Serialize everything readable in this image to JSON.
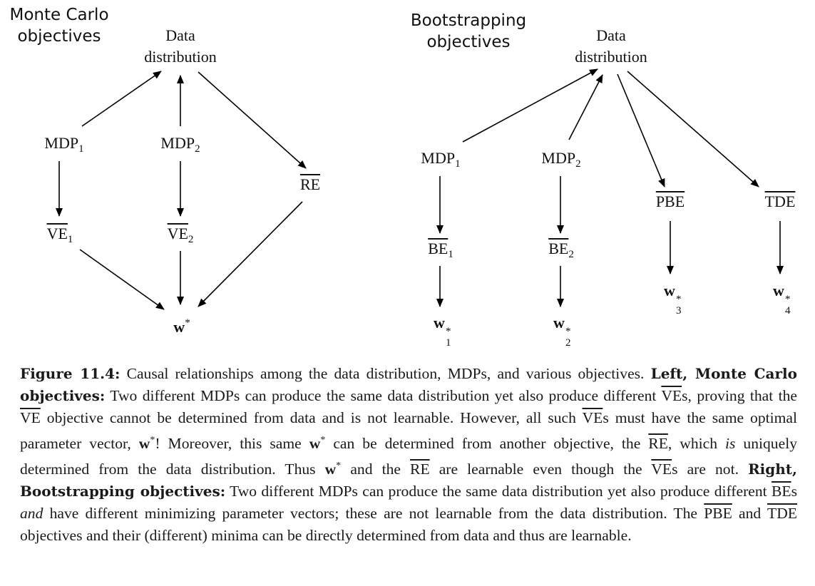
{
  "left": {
    "heading": [
      "Monte Carlo",
      "objectives"
    ],
    "data_distribution": [
      "Data",
      "distribution"
    ],
    "mdp1": {
      "base": "MDP",
      "sub": "1"
    },
    "mdp2": {
      "base": "MDP",
      "sub": "2"
    },
    "re": "RE",
    "ve1": {
      "base": "VE",
      "sub": "1"
    },
    "ve2": {
      "base": "VE",
      "sub": "2"
    },
    "w": {
      "base": "w",
      "sup": "*"
    }
  },
  "right": {
    "heading": [
      "Bootstrapping",
      "objectives"
    ],
    "data_distribution": [
      "Data",
      "distribution"
    ],
    "mdp1": {
      "base": "MDP",
      "sub": "1"
    },
    "mdp2": {
      "base": "MDP",
      "sub": "2"
    },
    "pbe": "PBE",
    "tde": "TDE",
    "be1": {
      "base": "BE",
      "sub": "1"
    },
    "be2": {
      "base": "BE",
      "sub": "2"
    },
    "w1": {
      "base": "w",
      "sup": "*",
      "sub": "1"
    },
    "w2": {
      "base": "w",
      "sup": "*",
      "sub": "2"
    },
    "w3": {
      "base": "w",
      "sup": "*",
      "sub": "3"
    },
    "w4": {
      "base": "w",
      "sup": "*",
      "sub": "4"
    }
  },
  "caption": {
    "figure_label": "Figure 11.4:",
    "intro": "Causal relationships among the data distribution, MDPs, and various objectives.",
    "left_label": "Left, Monte Carlo objectives:",
    "t1": "Two different MDPs can produce the same data distribution yet also produce different",
    "ve": "VE",
    "t2": "s, proving that the",
    "t3": "objective cannot be determined from data and is not learnable. However, all such",
    "t4": "s must have the same optimal parameter vector,",
    "w": "w",
    "star": "*",
    "t5": "! Moreover, this same",
    "t6": "can be determined from another objective, the",
    "re": "RE",
    "t7": ", which",
    "is": "is",
    "t8": "uniquely determined from the data distribution. Thus",
    "t9": "and the",
    "t10": "are learnable even though the",
    "t11": "s are not.",
    "right_label": "Right, Bootstrapping objectives:",
    "t12": "Two different MDPs can produce the same data distribution yet also produce different",
    "be": "BE",
    "t13": "s",
    "and": "and",
    "t14": "have different minimizing parameter vectors; these are not learnable from the data distribution. The",
    "pbe": "PBE",
    "t15": "and",
    "tde": "TDE",
    "t16": "objectives and their (different) minima can be directly determined from data and thus are learnable."
  }
}
